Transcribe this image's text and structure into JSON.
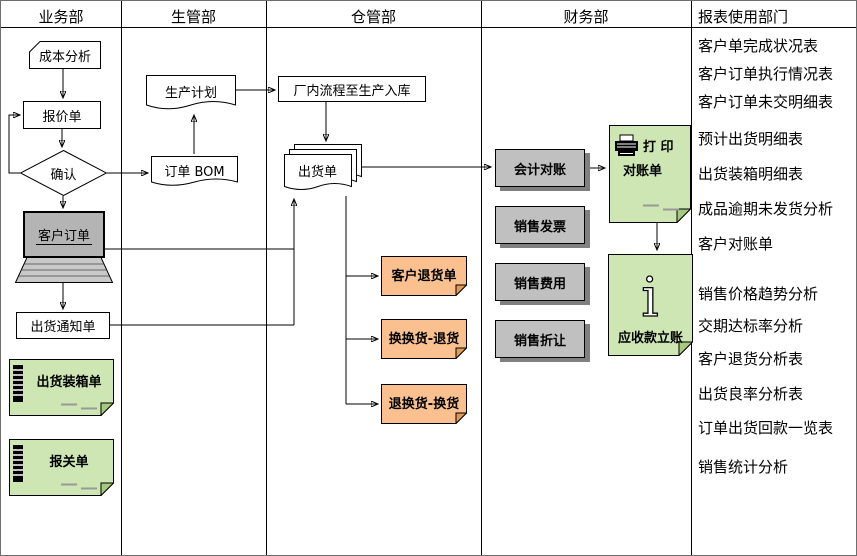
{
  "lanes": [
    {
      "label": "业务部"
    },
    {
      "label": "生管部"
    },
    {
      "label": "仓管部"
    },
    {
      "label": "财务部"
    },
    {
      "label": "报表使用部门"
    }
  ],
  "nodes": {
    "cost_analysis": "成本分析",
    "quotation": "报价单",
    "confirm": "确认",
    "customer_order": "客户订单",
    "shipping_notice": "出货通知单",
    "packing_list": "出货装箱单",
    "customs_declaration": "报关单",
    "production_plan": "生产计划",
    "order_bom": "订单 BOM",
    "factory_process": "厂内流程至生产入库",
    "shipping_order": "出货单",
    "customer_return": "客户退货单",
    "exchange_return": "换换货-退货",
    "return_exchange": "退换货-换货",
    "accounting_reconciliation": "会计对账",
    "sales_invoice": "销售发票",
    "sales_expense": "销售费用",
    "sales_allowance": "销售折让",
    "print_statement_line1": "打 印",
    "print_statement_line2": "对账单",
    "receivable_posting": "应收款立账"
  },
  "reports": [
    "客户单完成状况表",
    "客户订单执行情况表",
    "客户订单未交明细表",
    "预计出货明细表",
    "出货装箱明细表",
    "成品逾期未发货分析",
    "客户对账单",
    "销售价格趋势分析",
    "交期达标率分析",
    "客户退货分析表",
    "出货良率分析表",
    "订单出货回款一览表",
    "销售统计分析"
  ],
  "icons": {
    "printer_icon": "printer",
    "info_icon_glyph": "i",
    "binding_icon": "comb-binding"
  },
  "colors": {
    "note_green": "#CDE6B4",
    "note_green_fold": "#A6C97F",
    "note_orange": "#FAC08F",
    "note_orange_fold": "#E09A57",
    "process_gray": "#C0C0C0",
    "shadow_gray": "#808080"
  }
}
